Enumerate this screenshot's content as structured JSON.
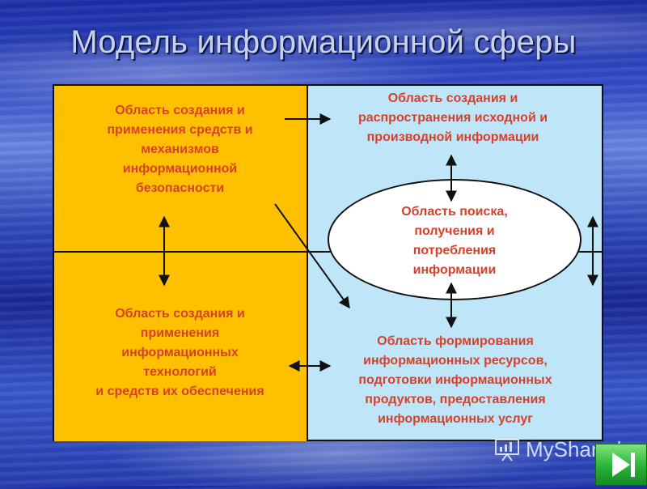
{
  "title": "Модель информационной сферы",
  "areas": {
    "security": [
      "Область создания и",
      "применения средств и",
      "механизмов",
      "информационной",
      "безопасности"
    ],
    "dissemination": [
      "Область создания и",
      "распространения исходной и",
      "производной информации"
    ],
    "search": [
      "Область поиска,",
      "получения и",
      "потребления",
      "информации"
    ],
    "technologies": [
      "Область создания и",
      "применения",
      "информационных",
      "технологий",
      "и средств их обеспечения"
    ],
    "resources": [
      "Область формирования",
      "информационных ресурсов,",
      "подготовки информационных",
      "продуктов, предоставления",
      "информационных услуг"
    ]
  },
  "watermark": "MyShared",
  "colors": {
    "yellow_panel": "#ffc000",
    "blue_panel": "#bfe6f8",
    "label_text": "#d7402a",
    "next_button": "#27b336"
  },
  "icons": [
    "presentation-icon",
    "next-slide-icon"
  ]
}
